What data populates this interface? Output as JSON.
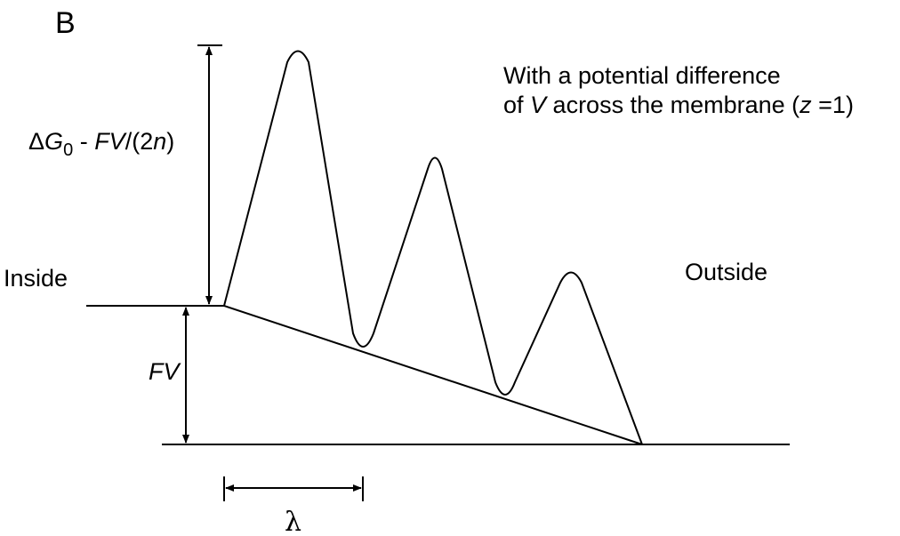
{
  "panel_label": "B",
  "top_label": {
    "delta": "Δ",
    "g": "G",
    "sub": "0",
    "rest1": " - ",
    "fv": "FV",
    "rest2": "/(2",
    "n": "n",
    "rest3": ")"
  },
  "inside_label": "Inside",
  "outside_label": "Outside",
  "fv_label": "FV",
  "lambda_label": "λ",
  "note": {
    "line1": "With a potential difference",
    "line2_a": "of ",
    "line2_v": "V",
    "line2_b": " across the membrane (",
    "line2_z": "z",
    "line2_c": " =1)"
  },
  "colors": {
    "ink": "#000000",
    "background": "#ffffff"
  }
}
